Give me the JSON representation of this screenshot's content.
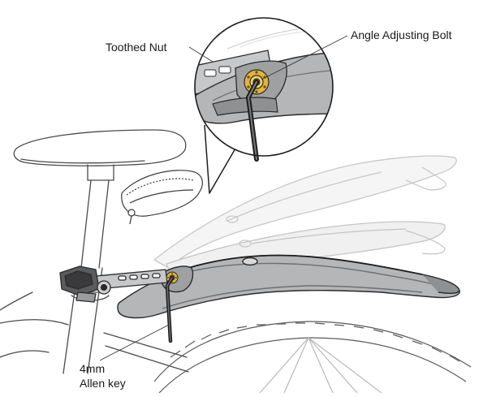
{
  "labels": {
    "toothed_nut": "Toothed Nut",
    "angle_adjusting_bolt": "Angle Adjusting Bolt",
    "allen_key_size": "4mm",
    "allen_key_name": "Allen key"
  },
  "colors": {
    "fender": "#b5b6b8",
    "fender_dark": "#8f9092",
    "outline": "#2b2b2b",
    "ghost": "#c9c9c9",
    "bolt": "#e2b43a",
    "bolt_center": "#a37a12",
    "background": "#ffffff"
  }
}
